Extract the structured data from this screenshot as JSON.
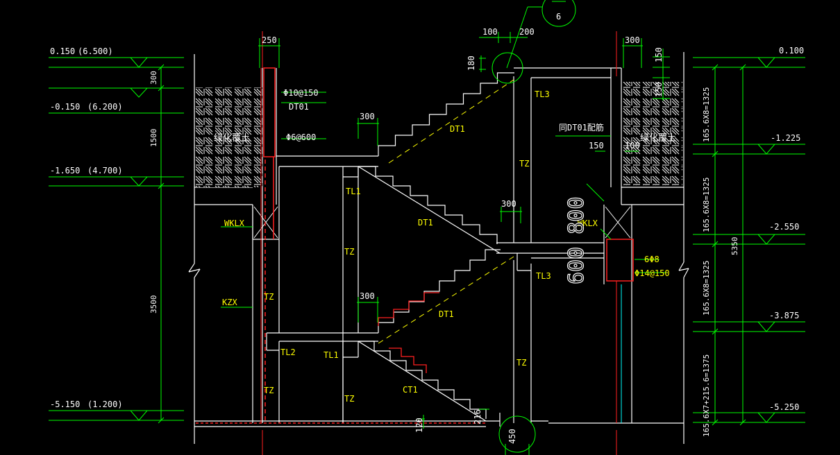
{
  "colors": {
    "background": "#000000",
    "white": "#ffffff",
    "green": "#00ff00",
    "yellow": "#ffff00",
    "red": "#ff2020",
    "cyan": "#00ffff"
  },
  "elevations_left": [
    {
      "label": "0.150",
      "paren": "(6.500)"
    },
    {
      "label": "-0.150",
      "paren": "(6.200)"
    },
    {
      "label": "-1.650",
      "paren": "(4.700)"
    },
    {
      "label": "-5.150",
      "paren": "(1.200)"
    }
  ],
  "elevations_right": [
    "0.100",
    "-1.225",
    "-2.550",
    "-3.875",
    "-5.250"
  ],
  "dims_left": [
    "300",
    "1500",
    "3500"
  ],
  "dims_top": [
    "250",
    "100",
    "200",
    "300",
    "150"
  ],
  "dims_right_flights": [
    "165.6X8=1325",
    "165.6X8=1325",
    "165.6X8=1325",
    "165.6X7+215.6=1375"
  ],
  "dim_right_total": "5350",
  "dims_misc": {
    "d180": "180",
    "d300_upper": "300",
    "d300_mid": "300",
    "d300_lower": "300",
    "d150": "150",
    "d100": "100",
    "d120": "120",
    "d216": "216",
    "d450": "450",
    "d150_right": "150"
  },
  "rebar": {
    "left_1": "Φ10@150",
    "left_2": "DT01",
    "left_3": "Φ6@600",
    "right_1": "6Φ8",
    "right_2": "Φ14@150",
    "note": "同DT01配筋"
  },
  "soil_label": "绿化覆土",
  "members": {
    "tl3": "TL3",
    "tz": "TZ",
    "dt1": "DT1",
    "tl1": "TL1",
    "tl2": "TL2",
    "ct1": "CT1",
    "wklx": "WKLX",
    "kzx": "KZX"
  },
  "big_number": "600 800",
  "circle_mark_top": "6"
}
